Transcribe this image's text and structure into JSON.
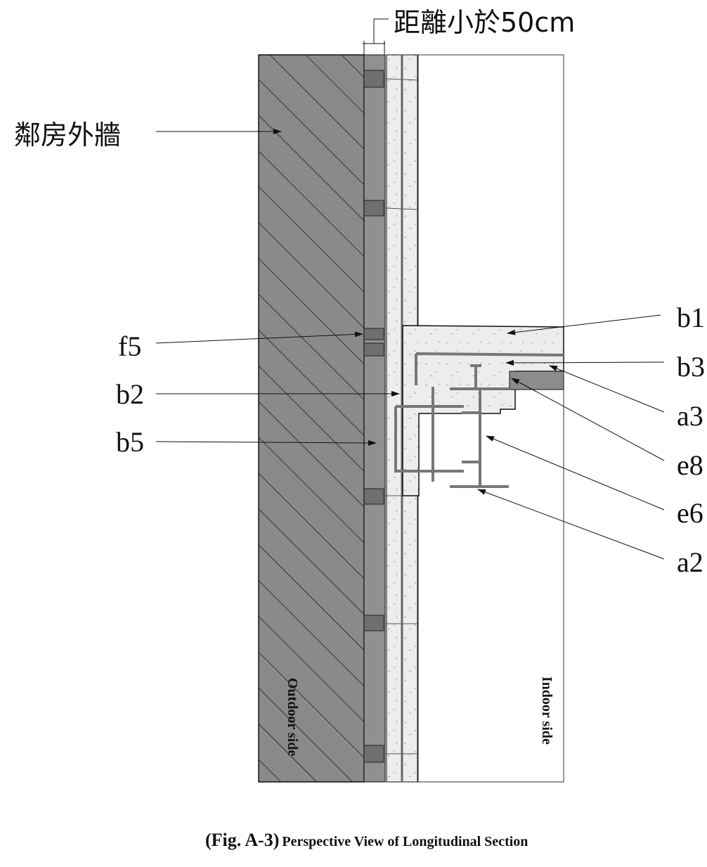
{
  "dimension_note": "距離小於50cm",
  "wall_label": "鄰房外牆",
  "left_labels": [
    "f5",
    "b2",
    "b5"
  ],
  "right_labels": [
    "b1",
    "b3",
    "a3",
    "e8",
    "e6",
    "a2"
  ],
  "outdoor_label": "Outdoor side",
  "indoor_label": "Indoor side",
  "caption": {
    "fig": "(Fig. A-3)",
    "title": "Perspective View of Longitudinal Section"
  },
  "colors": {
    "wall": "#8a8a8a",
    "cavity": "#909090",
    "concrete": "#ececec",
    "steel": "#8c8c8c"
  }
}
